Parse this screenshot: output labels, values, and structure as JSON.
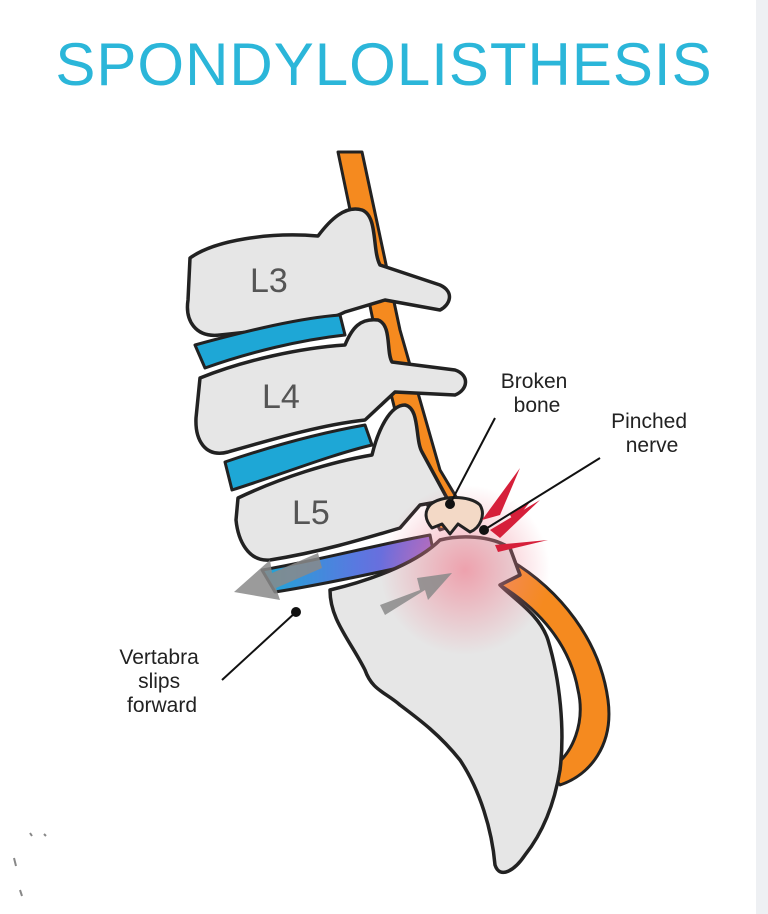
{
  "title": "SPONDYLOLISTHESIS",
  "vertebrae": {
    "l3": "L3",
    "l4": "L4",
    "l5": "L5"
  },
  "annotations": {
    "broken_bone": [
      "Broken",
      "bone"
    ],
    "pinched_nerve": [
      "Pinched",
      "nerve"
    ],
    "slips_forward": [
      "Vertabra",
      "slips",
      "forward"
    ]
  },
  "colors": {
    "title": "#2bb6d9",
    "bone": "#e6e6e6",
    "disc": "#1ea7d6",
    "nerve": "#f58a1f",
    "pain": "#d61f3a",
    "arrow": "#8a8a8a"
  }
}
